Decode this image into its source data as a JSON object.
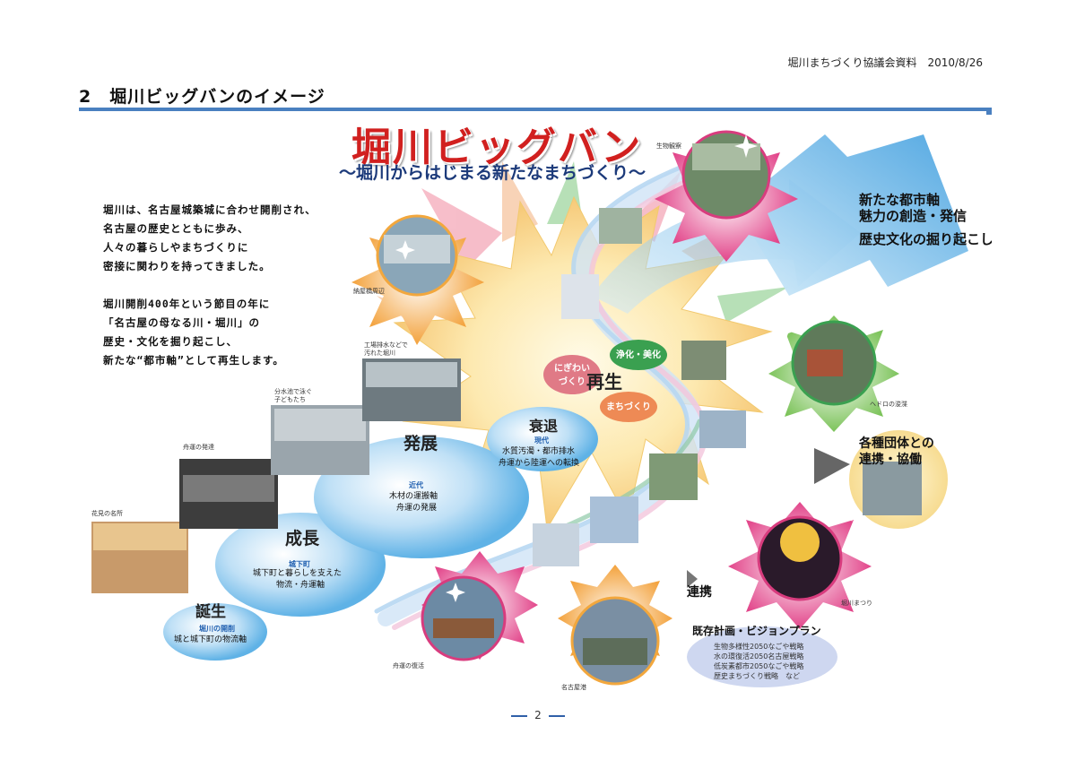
{
  "header": {
    "meta": "堀川まちづくり協議会資料　2010/8/26",
    "section_title": "2　堀川ビッグバンのイメージ"
  },
  "figure": {
    "title": "堀川ビッグバン",
    "subtitle": "～堀川からはじまる新たなまちづくり～",
    "intro_lines": [
      "堀川は、名古屋城築城に合わせ開削され、",
      "名古屋の歴史とともに歩み、",
      "人々の暮らしやまちづくりに",
      "密接に関わりを持ってきました。",
      "",
      "堀川開削400年という節目の年に",
      "「名古屋の母なる川・堀川」の",
      "歴史・文化を掘り起こし、",
      "新たな“都市軸”として再生します。"
    ],
    "photo_captions": {
      "hanami": "花見の名所",
      "shuun": "舟運の発達",
      "bunsui": "分水池で泳ぐ",
      "bunsui2": "子どもたち",
      "kojo": "工場排水などで",
      "kojo2": "汚れた堀川",
      "nayabashi": "納屋橋周辺",
      "seibutsu": "生物観察",
      "hedoro": "ヘドロの浚渫",
      "matsuri": "堀川まつり",
      "nagoyako": "名古屋港",
      "shuun_fukkatsu": "舟運の復活"
    },
    "phases": {
      "tanjo": {
        "title": "誕生",
        "sub": "堀川の開削",
        "desc": "城と城下町の物流軸"
      },
      "seicho": {
        "title": "成長",
        "sub": "城下町",
        "desc1": "城下町と暮らしを支えた",
        "desc2": "物流・舟運軸"
      },
      "hatten": {
        "title": "発展",
        "sub": "近代",
        "desc1": "木材の運搬軸",
        "desc2": "舟運の発展"
      },
      "suitai": {
        "title": "衰退",
        "sub": "現代",
        "desc1": "水質汚濁・都市排水",
        "desc2": "舟運から陸運への転換"
      }
    },
    "regeneration": {
      "label": "再生",
      "pills": {
        "nigiwai": "にぎわい\nづくり",
        "joka": "浄化・美化",
        "machi": "まちづくり"
      }
    },
    "goals": {
      "toshijiku": "新たな都市軸\n魅力の創造・発信",
      "rekishi": "歴史文化の掘り起こし",
      "renkei": "各種団体との\n連携・協働"
    },
    "renkei_label": "連携",
    "plan": {
      "title": "既存計画・ビジョンプラン",
      "items": [
        "生物多様性2050なごや戦略",
        "水の環復活2050名古屋戦略",
        "低炭素都市2050なごや戦略",
        "歴史まちづくり戦略　など"
      ]
    },
    "colors": {
      "title_red": "#d1201f",
      "rule_blue": "#4a80c0",
      "arrow_blue": "#5aa8e0",
      "pill_pink": "#e07a86",
      "pill_green": "#3aa050",
      "pill_orange": "#ee8a55"
    }
  },
  "footer": {
    "page": "2"
  }
}
